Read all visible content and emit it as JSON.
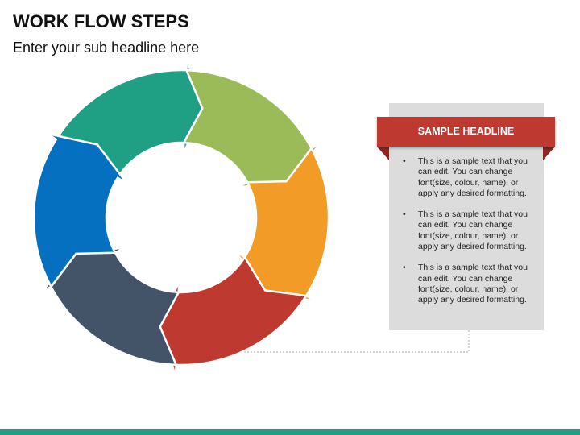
{
  "header": {
    "title": "WORK FLOW STEPS",
    "subtitle": "Enter your sub headline here"
  },
  "cycle": {
    "segments": [
      {
        "color": "#1fa084"
      },
      {
        "color": "#9bbb59"
      },
      {
        "color": "#f29b26"
      },
      {
        "color": "#be3a31"
      },
      {
        "color": "#435368"
      },
      {
        "color": "#0670c0"
      }
    ]
  },
  "panel": {
    "headline": "SAMPLE HEADLINE",
    "bullets": [
      "This is a sample text that you can edit. You can change font(size, colour, name), or apply any desired formatting.",
      "This is a sample text that you can edit. You can change font(size, colour, name), or apply any desired formatting.",
      "This is a sample text that you can edit. You can change font(size, colour, name), or apply any desired formatting."
    ]
  },
  "colors": {
    "accent_bar": "#1fa084",
    "ribbon": "#be3a31",
    "panel": "#dcdcdc"
  }
}
